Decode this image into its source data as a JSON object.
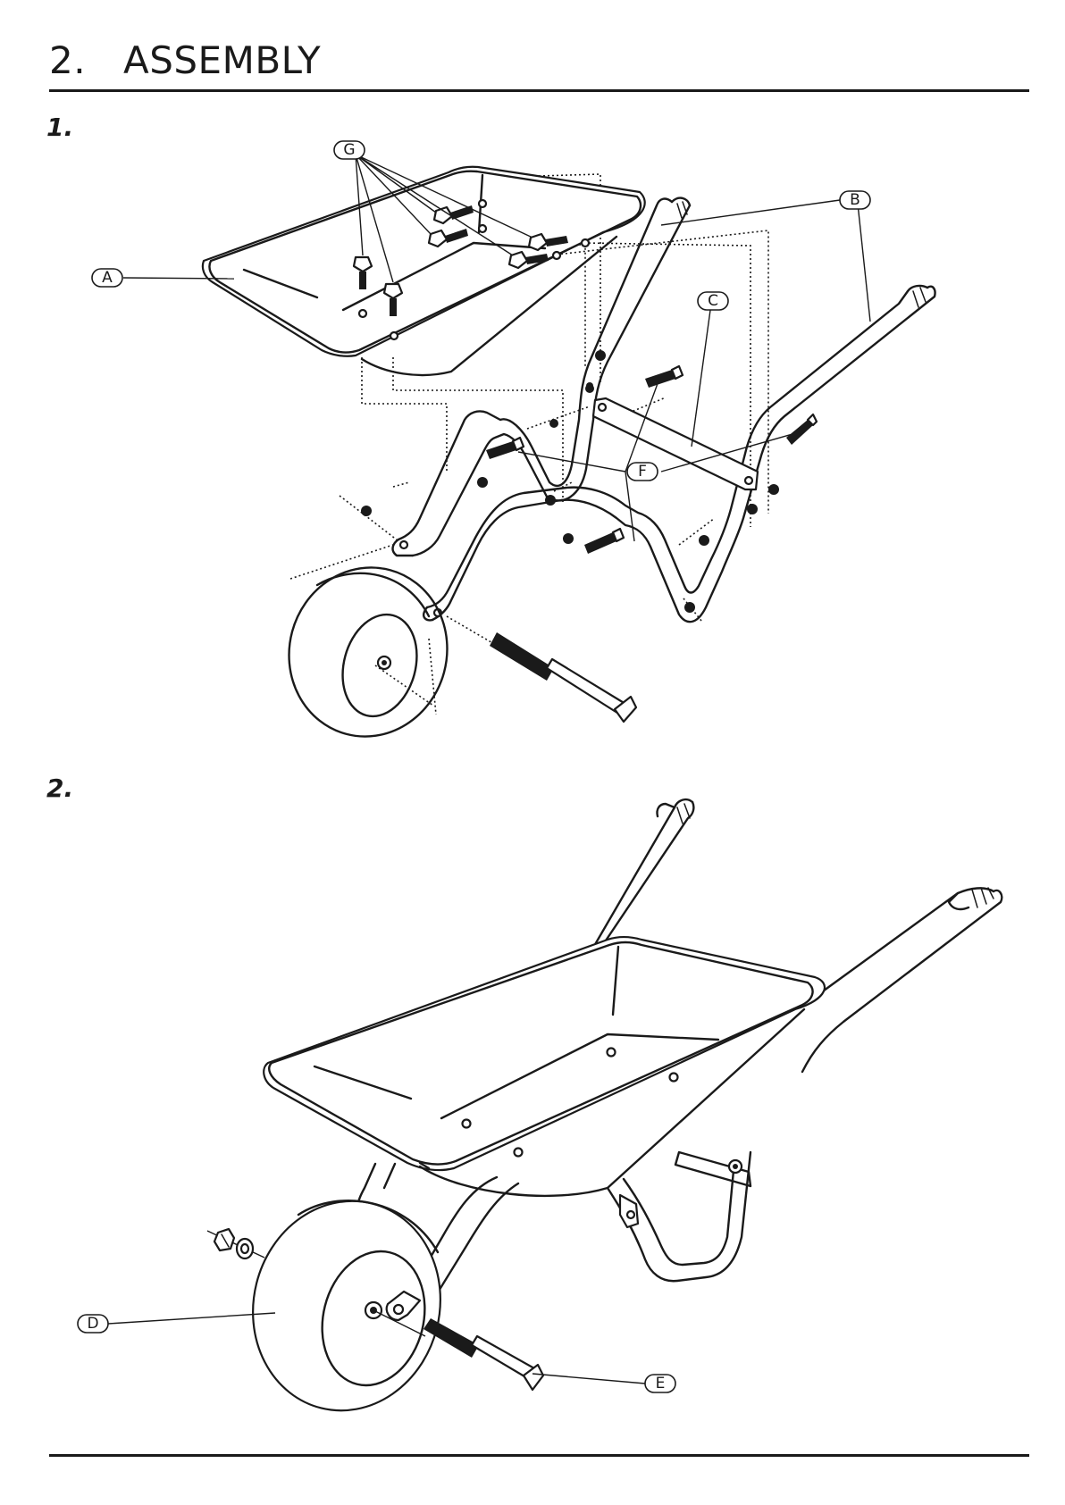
{
  "header": {
    "section_number": "2.",
    "section_title": "ASSEMBLY"
  },
  "steps": [
    {
      "number": "1."
    },
    {
      "number": "2."
    }
  ],
  "part_labels": {
    "A": "A",
    "B": "B",
    "C": "C",
    "D": "D",
    "E": "E",
    "F": "F",
    "G": "G"
  }
}
